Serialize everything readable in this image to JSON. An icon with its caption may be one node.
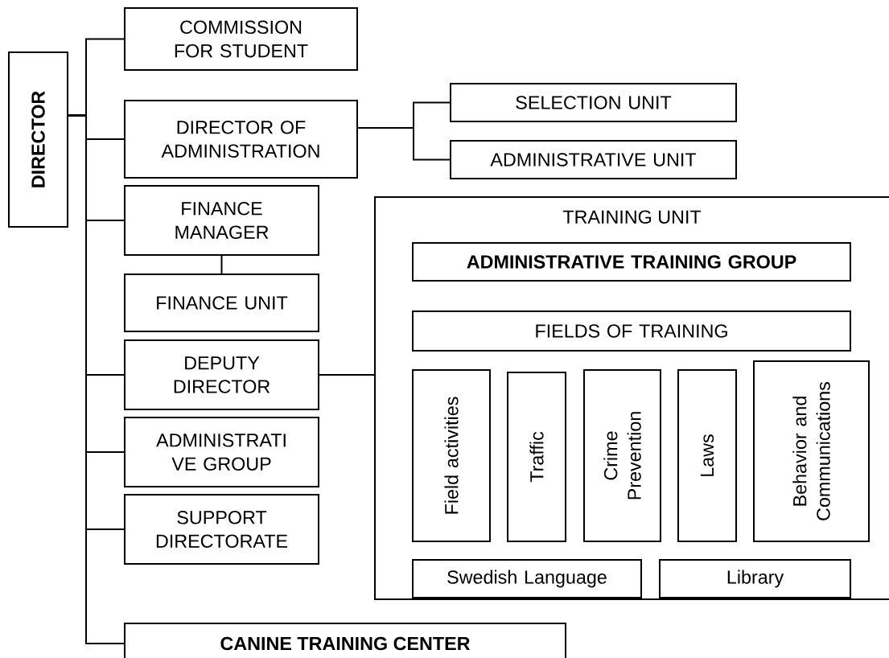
{
  "diagram": {
    "nodes": [
      {
        "text": [
          "DIRECTOR"
        ]
      },
      {
        "text": [
          "COMMISSION FOR STUDENT"
        ]
      },
      {
        "text": [
          "DIRECTOR OF ADMINISTRATION"
        ]
      },
      {
        "text": [
          "SELECTION UNIT"
        ]
      },
      {
        "text": [
          "ADMINISTRATIVE UNIT"
        ]
      },
      {
        "text": [
          "FINANCE MANAGER"
        ]
      },
      {
        "text": [
          "FINANCE UNIT"
        ]
      },
      {
        "text": [
          "DEPUTY DIRECTOR"
        ]
      },
      {
        "text": [
          "ADMINISTRATI VE GROUP"
        ]
      },
      {
        "text": [
          "SUPPORT DIRECTORATE"
        ]
      },
      {
        "text": [
          "TRAINING UNIT"
        ]
      },
      {
        "text": [
          "ADMINISTRATIVE TRAINING GROUP"
        ],
        "in": 10
      },
      {
        "text": [
          "FIELDS OF TRAINING"
        ],
        "in": 10
      },
      {
        "text": [
          "Field activities"
        ],
        "in": 10
      },
      {
        "text": [
          "Traffic"
        ],
        "in": 10
      },
      {
        "text": [
          "Crime Prevention"
        ],
        "in": 10
      },
      {
        "text": [
          "Laws"
        ],
        "in": 10
      },
      {
        "text": [
          "Behavior and Communications"
        ],
        "in": 10
      },
      {
        "text": [
          "Swedish Language"
        ],
        "in": 10
      },
      {
        "text": [
          "Library"
        ],
        "in": 10
      },
      {
        "text": [
          "CANINE TRAINING CENTER"
        ]
      }
    ],
    "edges": [
      {
        "from": 0,
        "to": 1,
        "arrow": "none"
      },
      {
        "from": 0,
        "to": 2,
        "arrow": "none"
      },
      {
        "from": 0,
        "to": 5,
        "arrow": "none"
      },
      {
        "from": 0,
        "to": 7,
        "arrow": "none"
      },
      {
        "from": 0,
        "to": 8,
        "arrow": "none"
      },
      {
        "from": 0,
        "to": 9,
        "arrow": "none"
      },
      {
        "from": 0,
        "to": 20,
        "arrow": "none"
      },
      {
        "from": 2,
        "to": 3,
        "arrow": "none"
      },
      {
        "from": 2,
        "to": 4,
        "arrow": "none"
      },
      {
        "from": 5,
        "to": 6,
        "arrow": "none"
      },
      {
        "from": 7,
        "to": 10,
        "arrow": "none"
      }
    ]
  }
}
